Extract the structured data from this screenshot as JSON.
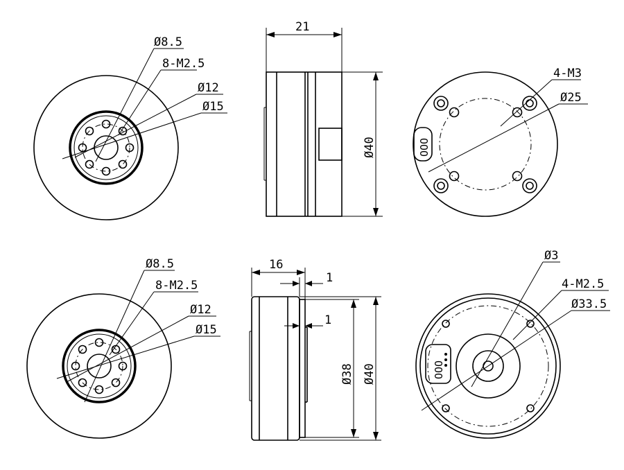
{
  "top_row": {
    "front_view": {
      "labels": [
        "Ø8.5",
        "8-M2.5",
        "Ø12",
        "Ø15"
      ]
    },
    "side_view": {
      "width_label": "21",
      "height_label": "Ø40"
    },
    "rear_view": {
      "labels": [
        "4-M3",
        "Ø25"
      ],
      "connector_text": "OOO"
    }
  },
  "bottom_row": {
    "front_view": {
      "labels": [
        "Ø8.5",
        "8-M2.5",
        "Ø12",
        "Ø15"
      ]
    },
    "side_view": {
      "width_label": "16",
      "gap_label_top": "1",
      "gap_label_mid": "1",
      "inner_label": "Ø38",
      "outer_label": "Ø40"
    },
    "rear_view": {
      "labels": [
        "Ø3",
        "4-M2.5",
        "Ø33.5"
      ],
      "connector_text": "OOO"
    }
  }
}
